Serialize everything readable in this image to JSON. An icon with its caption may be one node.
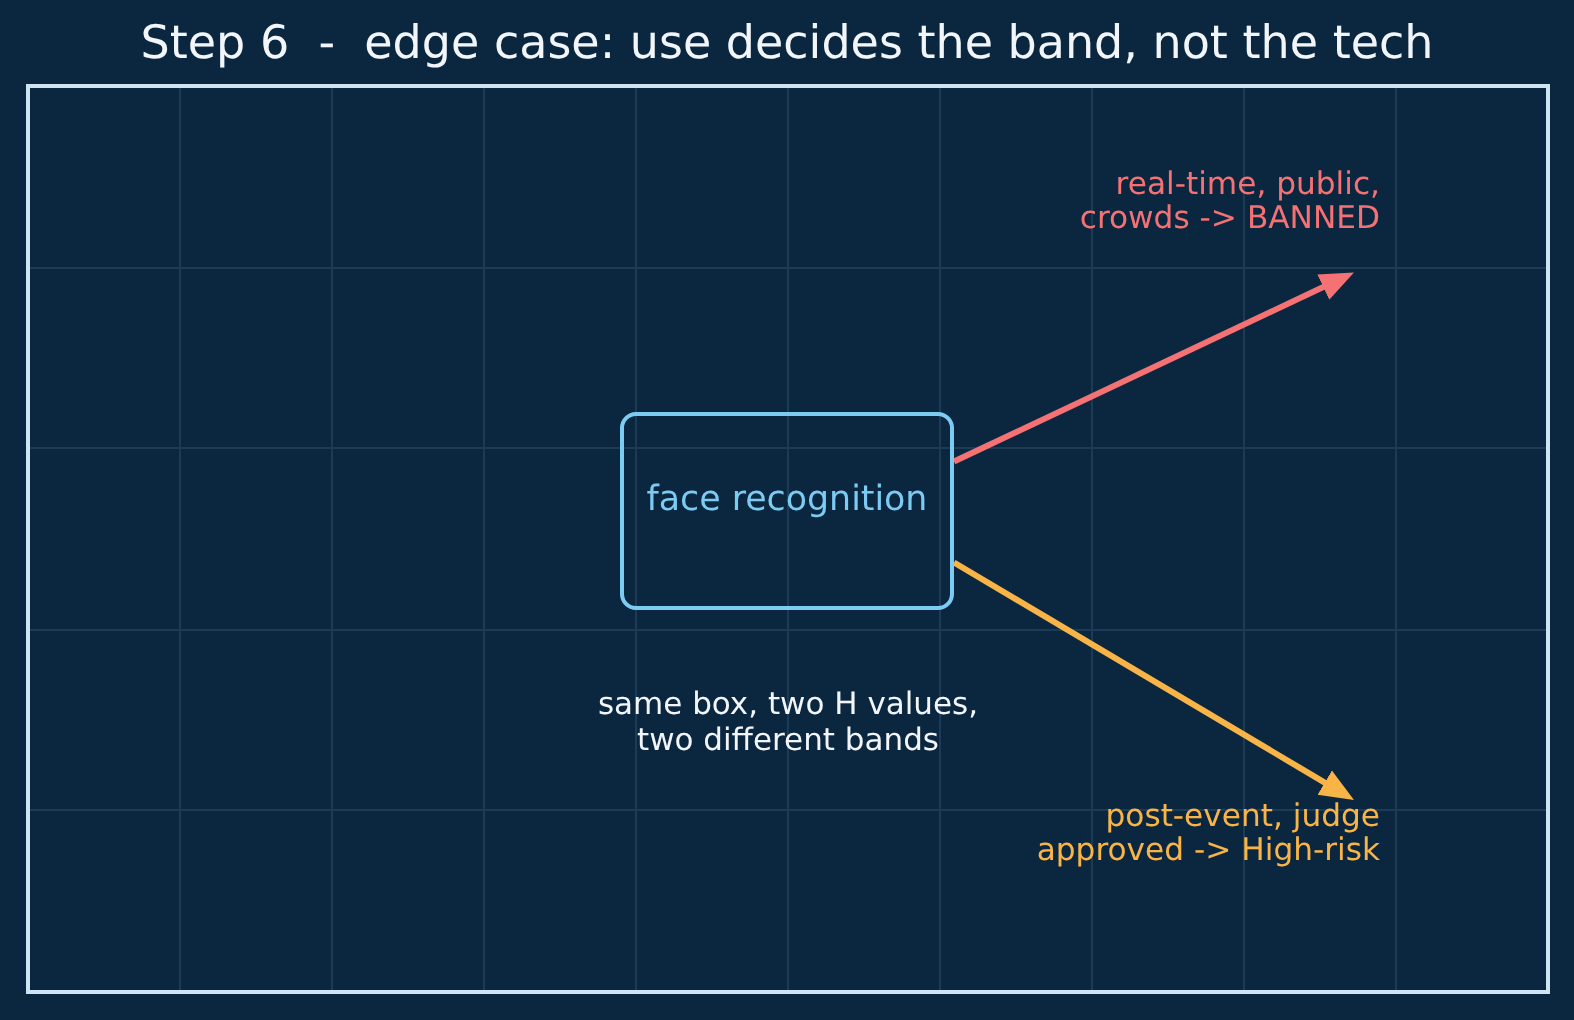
{
  "diagram": {
    "title": "Step 6  -  edge case: use decides the band, not the tech",
    "nodes": [
      {
        "text": [
          "face recognition"
        ]
      },
      {
        "text": [
          "real-time, public, crowds -> BANNED"
        ]
      },
      {
        "text": [
          "post-event, judge approved -> High-risk"
        ]
      }
    ],
    "edges": [
      {
        "from": 0,
        "to": 1,
        "arrow": "to",
        "color": "#f47174"
      },
      {
        "from": 0,
        "to": 2,
        "arrow": "to",
        "color": "#f8b447"
      }
    ],
    "labels": [
      "same box, two H values, two different bands"
    ]
  }
}
